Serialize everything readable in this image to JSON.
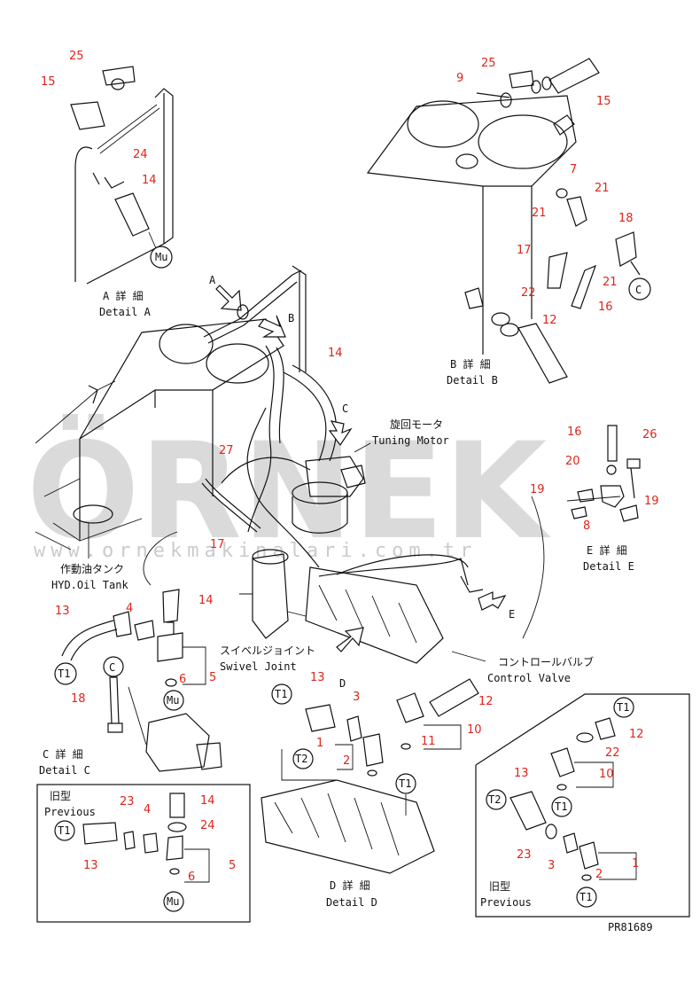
{
  "watermark": {
    "brand": "ÖRNEK",
    "site": "www.ornekmakinalari.com.tr",
    "color": "#8e8e93"
  },
  "part_color": "#e0241b",
  "drawing_code": "PR81689",
  "view_letters": {
    "a": "A",
    "b": "B",
    "c": "C",
    "d": "D",
    "e": "E"
  },
  "labels": {
    "detail_a_jp": "A 詳 細",
    "detail_a_en": "Detail A",
    "detail_b_jp": "B 詳 細",
    "detail_b_en": "Detail B",
    "detail_c_jp": "C 詳 細",
    "detail_c_en": "Detail C",
    "detail_d_jp": "D 詳 細",
    "detail_d_en": "Detail D",
    "detail_e_jp": "E 詳 細",
    "detail_e_en": "Detail E",
    "turning_motor_jp": "旋回モータ",
    "turning_motor_en": "Tuning Motor",
    "swivel_joint_jp": "スイベルジョイント",
    "swivel_joint_en": "Swivel Joint",
    "control_valve_jp": "コントロールバルブ",
    "control_valve_en": "Control Valve",
    "hyd_tank_jp": "作動油タンク",
    "hyd_tank_en": "HYD.Oil Tank",
    "previous_jp": "旧型",
    "previous_en": "Previous",
    "previous2_jp": "旧型",
    "previous2_en": "Previous"
  },
  "circle_tags": {
    "mu": "Mu",
    "t1": "T1",
    "t2": "T2",
    "c": "C"
  },
  "part_numbers": {
    "p1": "1",
    "p2": "2",
    "p3": "3",
    "p4": "4",
    "p5": "5",
    "p6": "6",
    "p7": "7",
    "p8": "8",
    "p9": "9",
    "p10": "10",
    "p11": "11",
    "p12": "12",
    "p13": "13",
    "p14": "14",
    "p15": "15",
    "p16": "16",
    "p17": "17",
    "p18": "18",
    "p19": "19",
    "p20": "20",
    "p21": "21",
    "p22": "22",
    "p23": "23",
    "p24": "24",
    "p25": "25",
    "p26": "26",
    "p27": "27"
  }
}
